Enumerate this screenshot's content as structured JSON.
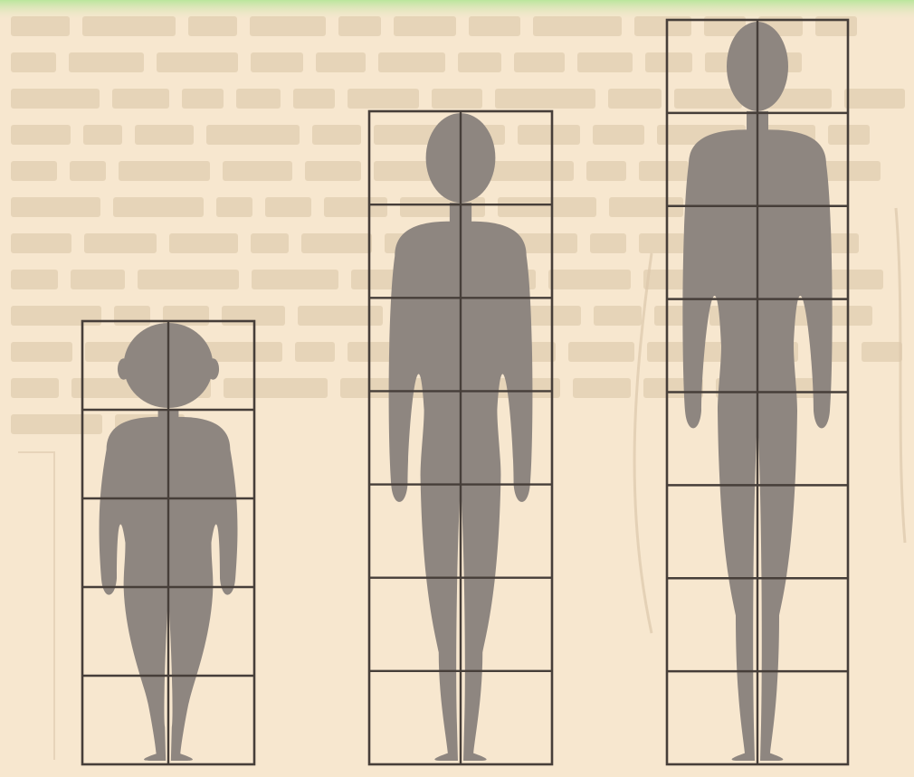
{
  "colors": {
    "background": "#f7e7cf",
    "top_band": "#c8ebb0",
    "figure": "#8e8680",
    "grid": "#463e39",
    "faded_text": "#d9c4a6"
  },
  "figures": [
    {
      "name": "child",
      "head_units": 5
    },
    {
      "name": "adolescent",
      "head_units": 7
    },
    {
      "name": "adult",
      "head_units": 8
    }
  ]
}
